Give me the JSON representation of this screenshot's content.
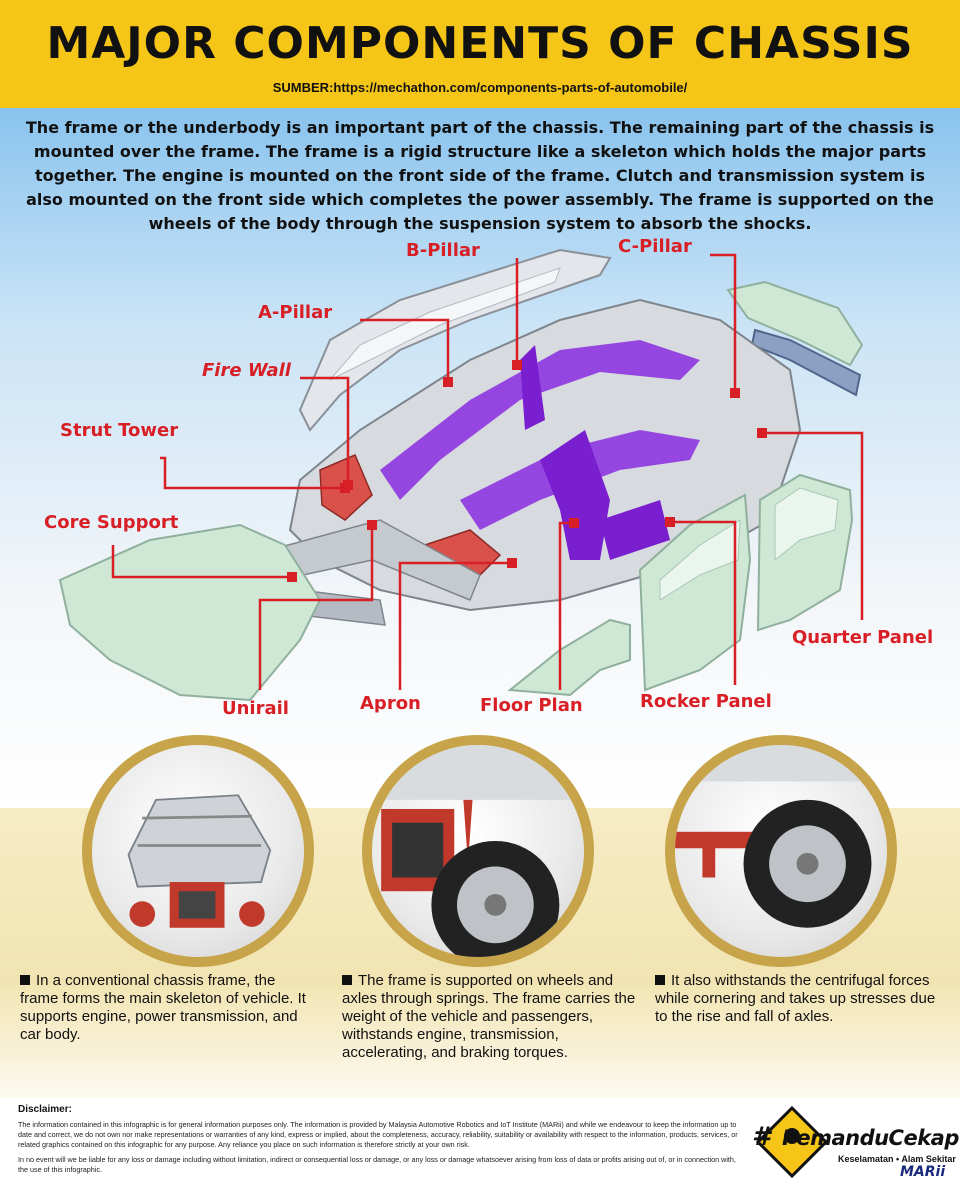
{
  "header": {
    "title": "MAJOR COMPONENTS OF CHASSIS",
    "source": "SUMBER:https://mechathon.com/components-parts-of-automobile/"
  },
  "intro": "The frame or the underbody is an important part of the chassis. The remaining part of the chassis is mounted over the frame. The frame is a rigid structure like a skeleton which holds the major parts together. The engine is mounted on the front side of the frame. Clutch and transmission system is also mounted on the front side which completes the power assembly. The frame is supported on the wheels of the body through the suspension system to absorb the shocks.",
  "labels": {
    "b_pillar": "B-Pillar",
    "c_pillar": "C-Pillar",
    "a_pillar": "A-Pillar",
    "fire_wall": "Fire Wall",
    "strut_tower": "Strut Tower",
    "core_support": "Core Support",
    "quarter_panel": "Quarter Panel",
    "unirail": "Unirail",
    "apron": "Apron",
    "floor_plan": "Floor Plan",
    "rocker_panel": "Rocker Panel"
  },
  "bullets": [
    "In a conventional chassis frame, the frame forms the main skeleton of vehicle. It supports engine, power transmission, and car body.",
    "The frame is supported on wheels and axles through springs. The frame carries the weight of the vehicle and passengers, withstands engine, transmission, accelerating, and braking torques.",
    "It also withstands the centrifugal forces while cornering and takes up stresses due to the rise and fall of axles."
  ],
  "disclaimer": {
    "title": "Disclaimer:",
    "p1": "The information contained in this infographic is for general information purposes only. The information is provided by Malaysia Automotive Robotics and IoT Institute (MARii) and while we endeavour to keep the information up to date and correct, we do not own nor make representations or warranties of any kind, express or implied, about the completeness, accuracy, reliability, suitability or availability with respect to the information, products, services, or related graphics contained on this infographic for any purpose. Any reliance you place on such information is therefore strictly at your own risk.",
    "p2": "In no event will we be liable for any loss or damage including without limitation, indirect or consequential loss or damage, or any loss or damage whatsoever arising from loss of data or profits arising out of, or in connection with, the use of this infographic."
  },
  "logo": {
    "hash": "#",
    "name": "PemanduCekap",
    "tagline": "Keselamatan • Alam Sekitar",
    "brand": "MARii"
  },
  "colors": {
    "header_bg": "#f5c518",
    "label_red": "#d81f26",
    "frame_purple": "#8a2be2",
    "panel_green": "#cfe8d6",
    "circle_ring": "#c7a44a"
  }
}
